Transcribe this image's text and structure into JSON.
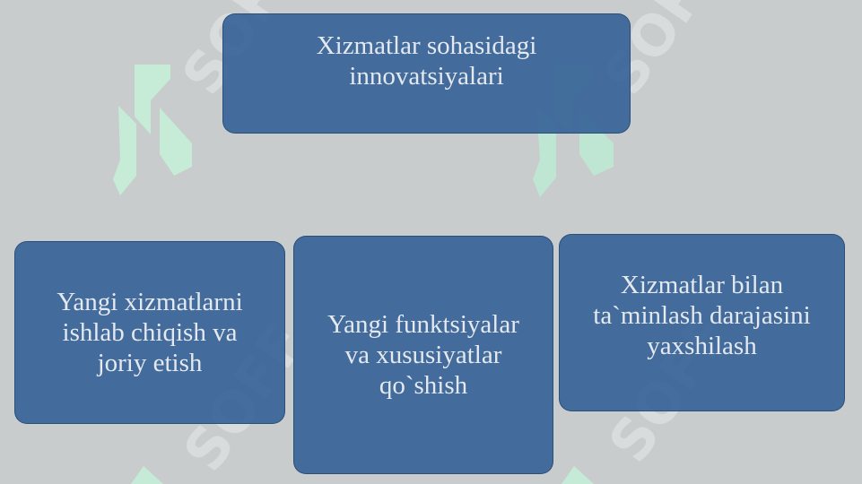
{
  "diagram": {
    "top_node": {
      "text": "Xizmatlar sohasidagi\ninnovatsiyalari"
    },
    "bottom_nodes": [
      {
        "text": "Yangi xizmatlarni\nishlab chiqish va\njoriy etish"
      },
      {
        "text": "Yangi funktsiyalar\nva xususiyatlar\nqo`shish"
      },
      {
        "text": "Xizmatlar bilan\nta`minlash darajasini\nyaxshilash"
      }
    ]
  },
  "watermark": {
    "text": "SOFF",
    "logo_color": "#c8f0dc",
    "text_color": "#d8dcdc"
  },
  "colors": {
    "background": "#c9cccc",
    "node_fill": "#346096",
    "node_text": "#e4e9f0"
  }
}
